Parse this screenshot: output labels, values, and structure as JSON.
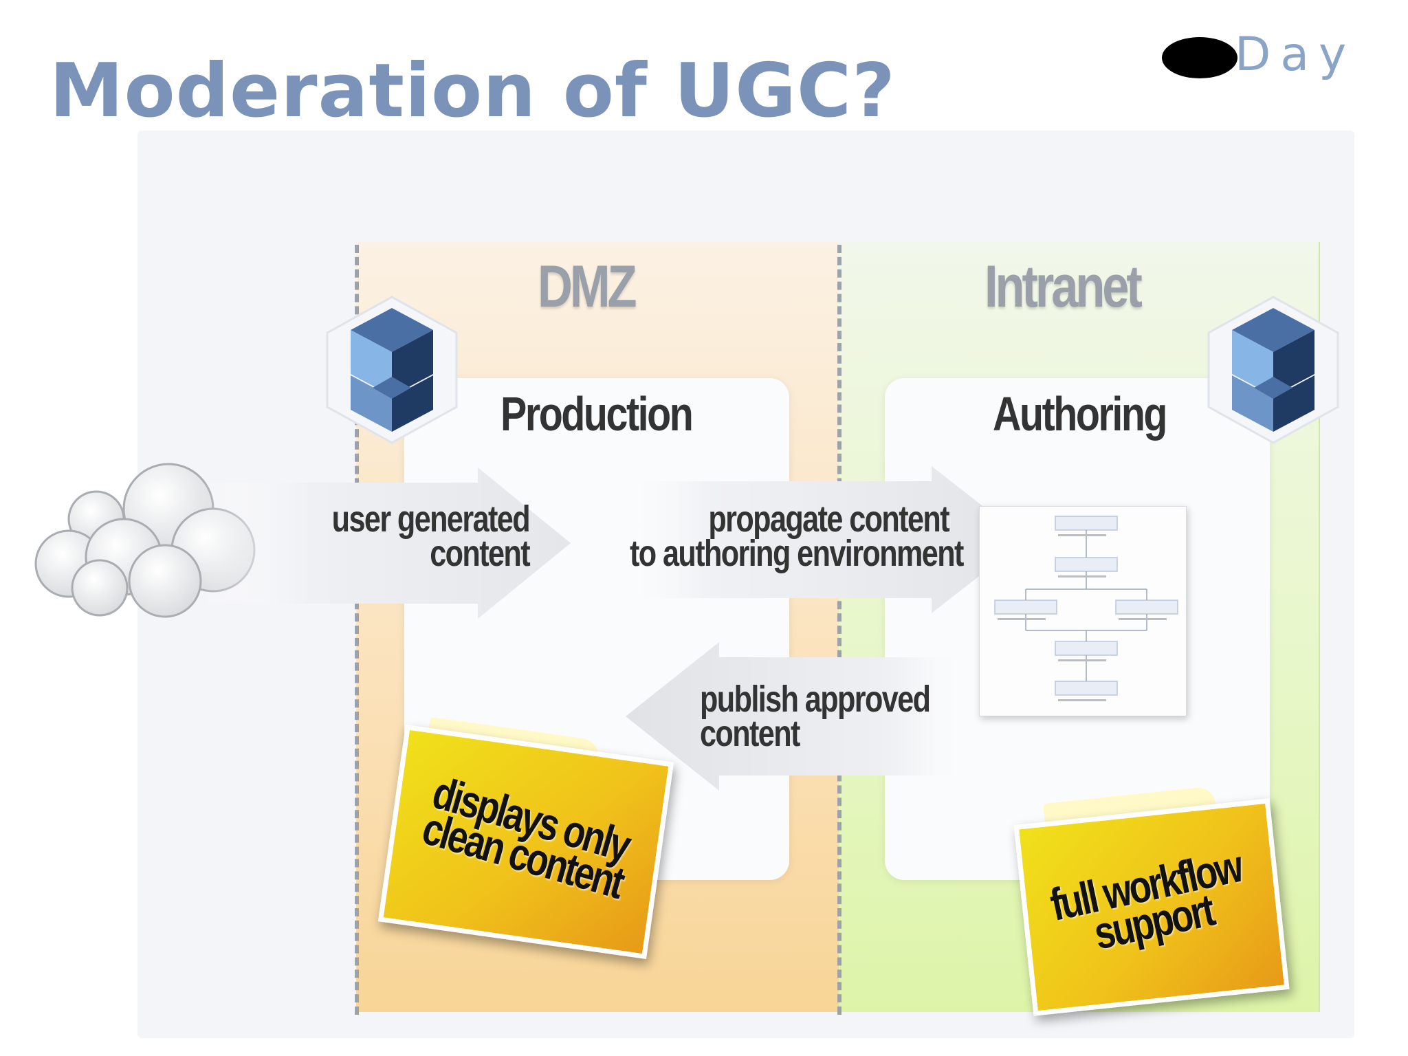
{
  "slide": {
    "title": "Moderation of UGC?",
    "corner_label": "Day"
  },
  "zones": {
    "dmz": "DMZ",
    "intranet": "Intranet"
  },
  "environments": {
    "production": "Production",
    "authoring": "Authoring"
  },
  "flows": {
    "ugc_line1": "user generated",
    "ugc_line2": "content",
    "propagate_line1": "propagate content",
    "propagate_line2": "to authoring environment",
    "publish_line1": "publish approved",
    "publish_line2": "content"
  },
  "notes": {
    "production_line1": "displays only",
    "production_line2": "clean content",
    "authoring_line1": "full workflow",
    "authoring_line2": "support"
  },
  "colors": {
    "title": "#7b93b8",
    "dmz_zone": "#fbe1b8",
    "intranet_zone": "#e8f7c9",
    "note": "#f0c21a",
    "cube_dark": "#1f3a63",
    "cube_mid": "#4a6fa5",
    "cube_light": "#87b6e6"
  },
  "icons": {
    "left_cube": "cube-grid-icon",
    "right_cube": "cube-grid-icon",
    "cloud": "cloud-icon",
    "workflow": "workflow-diagram-icon"
  }
}
